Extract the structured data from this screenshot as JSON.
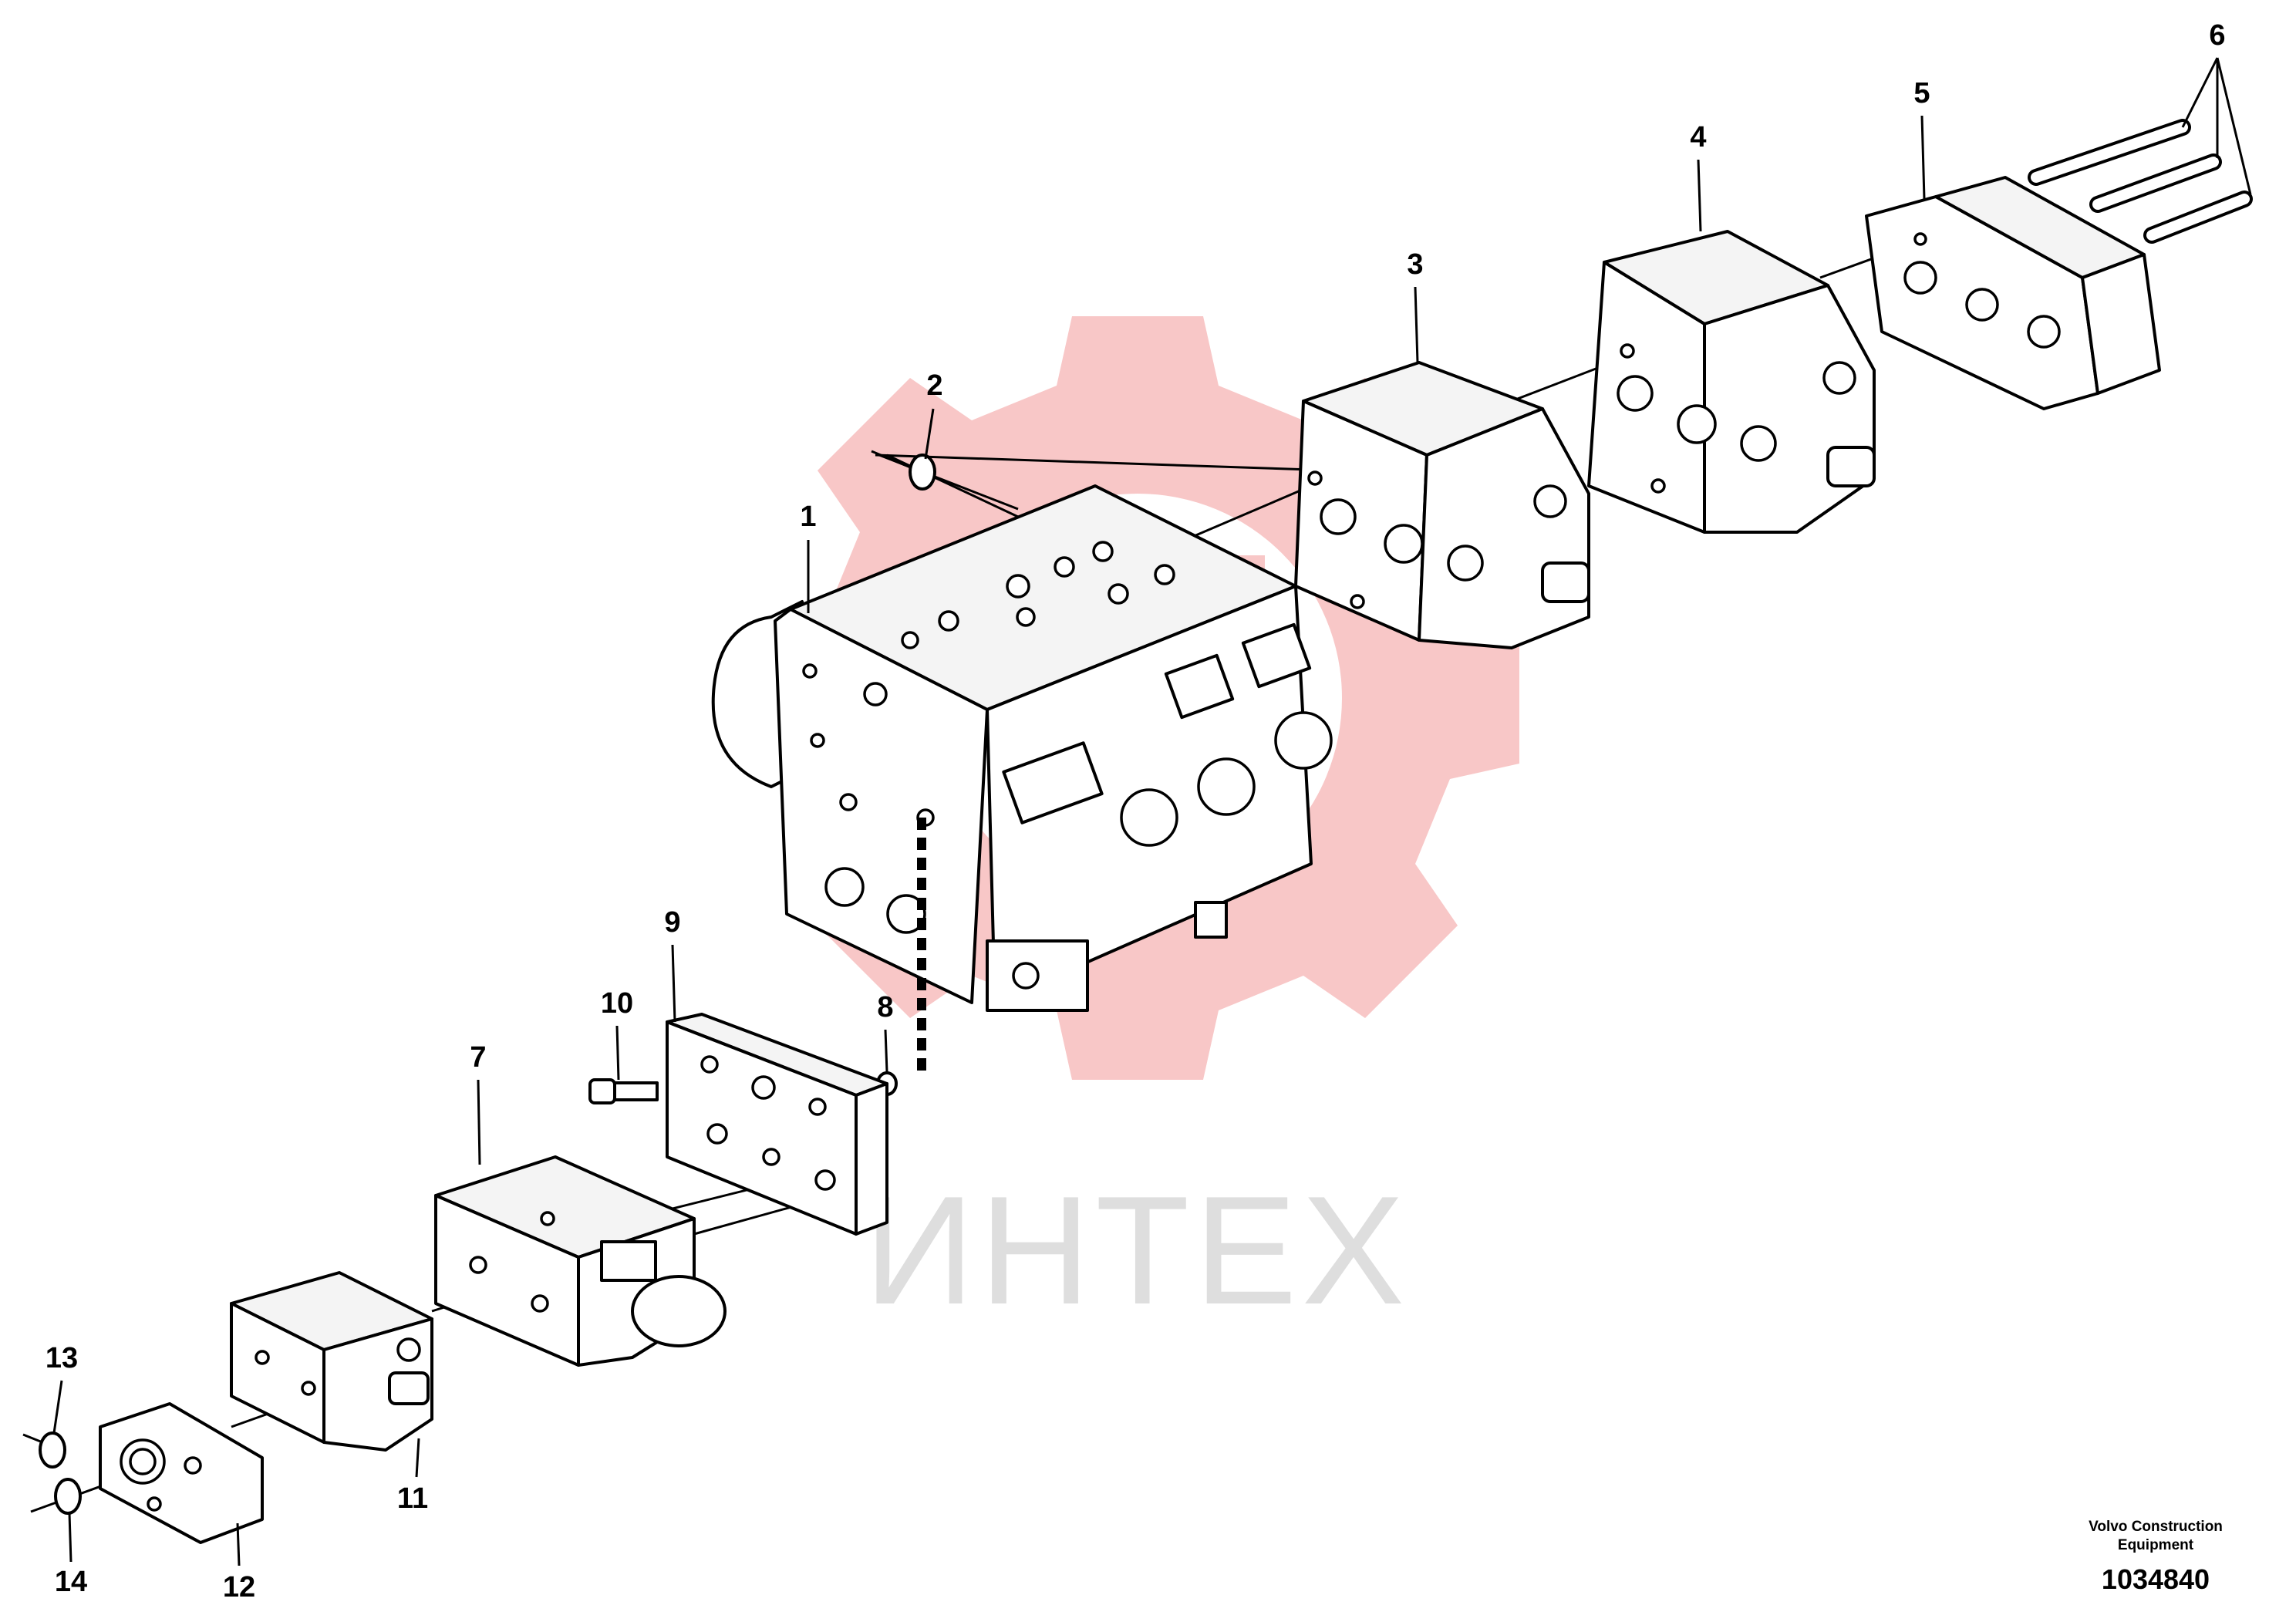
{
  "watermark": {
    "text": "ИНТЕХ",
    "gear_color": "#f8c7c7",
    "text_color": "#dedede"
  },
  "callouts": [
    {
      "id": "1",
      "label": "1"
    },
    {
      "id": "2",
      "label": "2"
    },
    {
      "id": "3",
      "label": "3"
    },
    {
      "id": "4",
      "label": "4"
    },
    {
      "id": "5",
      "label": "5"
    },
    {
      "id": "6",
      "label": "6"
    },
    {
      "id": "7",
      "label": "7"
    },
    {
      "id": "8",
      "label": "8"
    },
    {
      "id": "9",
      "label": "9"
    },
    {
      "id": "10",
      "label": "10"
    },
    {
      "id": "11",
      "label": "11"
    },
    {
      "id": "12",
      "label": "12"
    },
    {
      "id": "13",
      "label": "13"
    },
    {
      "id": "14",
      "label": "14"
    }
  ],
  "footer": {
    "company_line1": "Volvo Construction",
    "company_line2": "Equipment",
    "document_number": "1034840"
  }
}
